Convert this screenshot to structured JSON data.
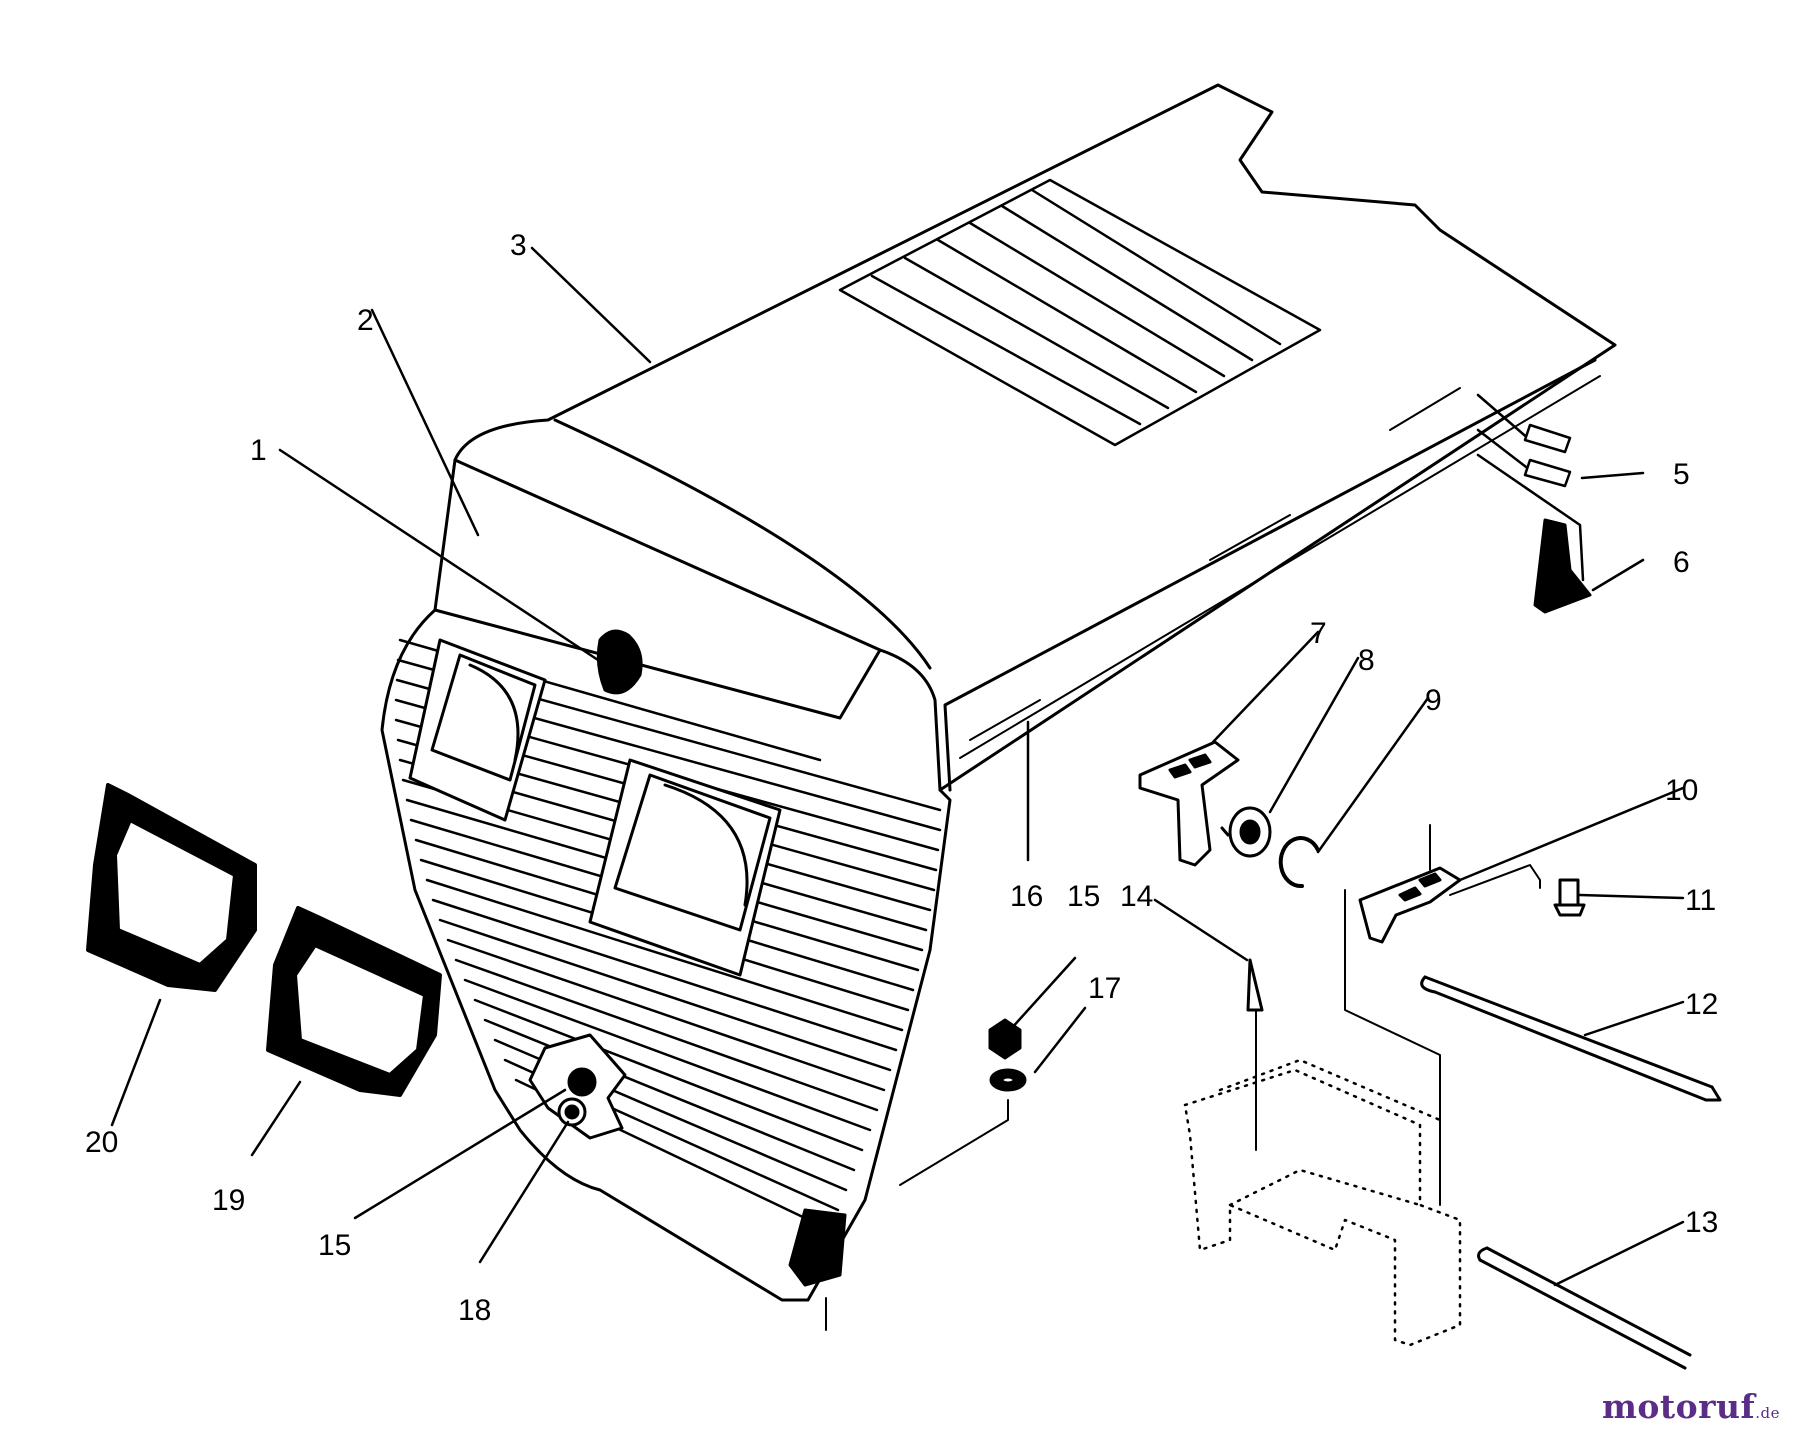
{
  "callouts": [
    "1",
    "2",
    "3",
    "5",
    "6",
    "7",
    "8",
    "9",
    "10",
    "11",
    "12",
    "13",
    "14",
    "15",
    "16",
    "17",
    "15",
    "18",
    "19",
    "20"
  ],
  "watermark": {
    "name": "motoruf",
    "tld": ".de",
    "color": "#5b2d86"
  }
}
